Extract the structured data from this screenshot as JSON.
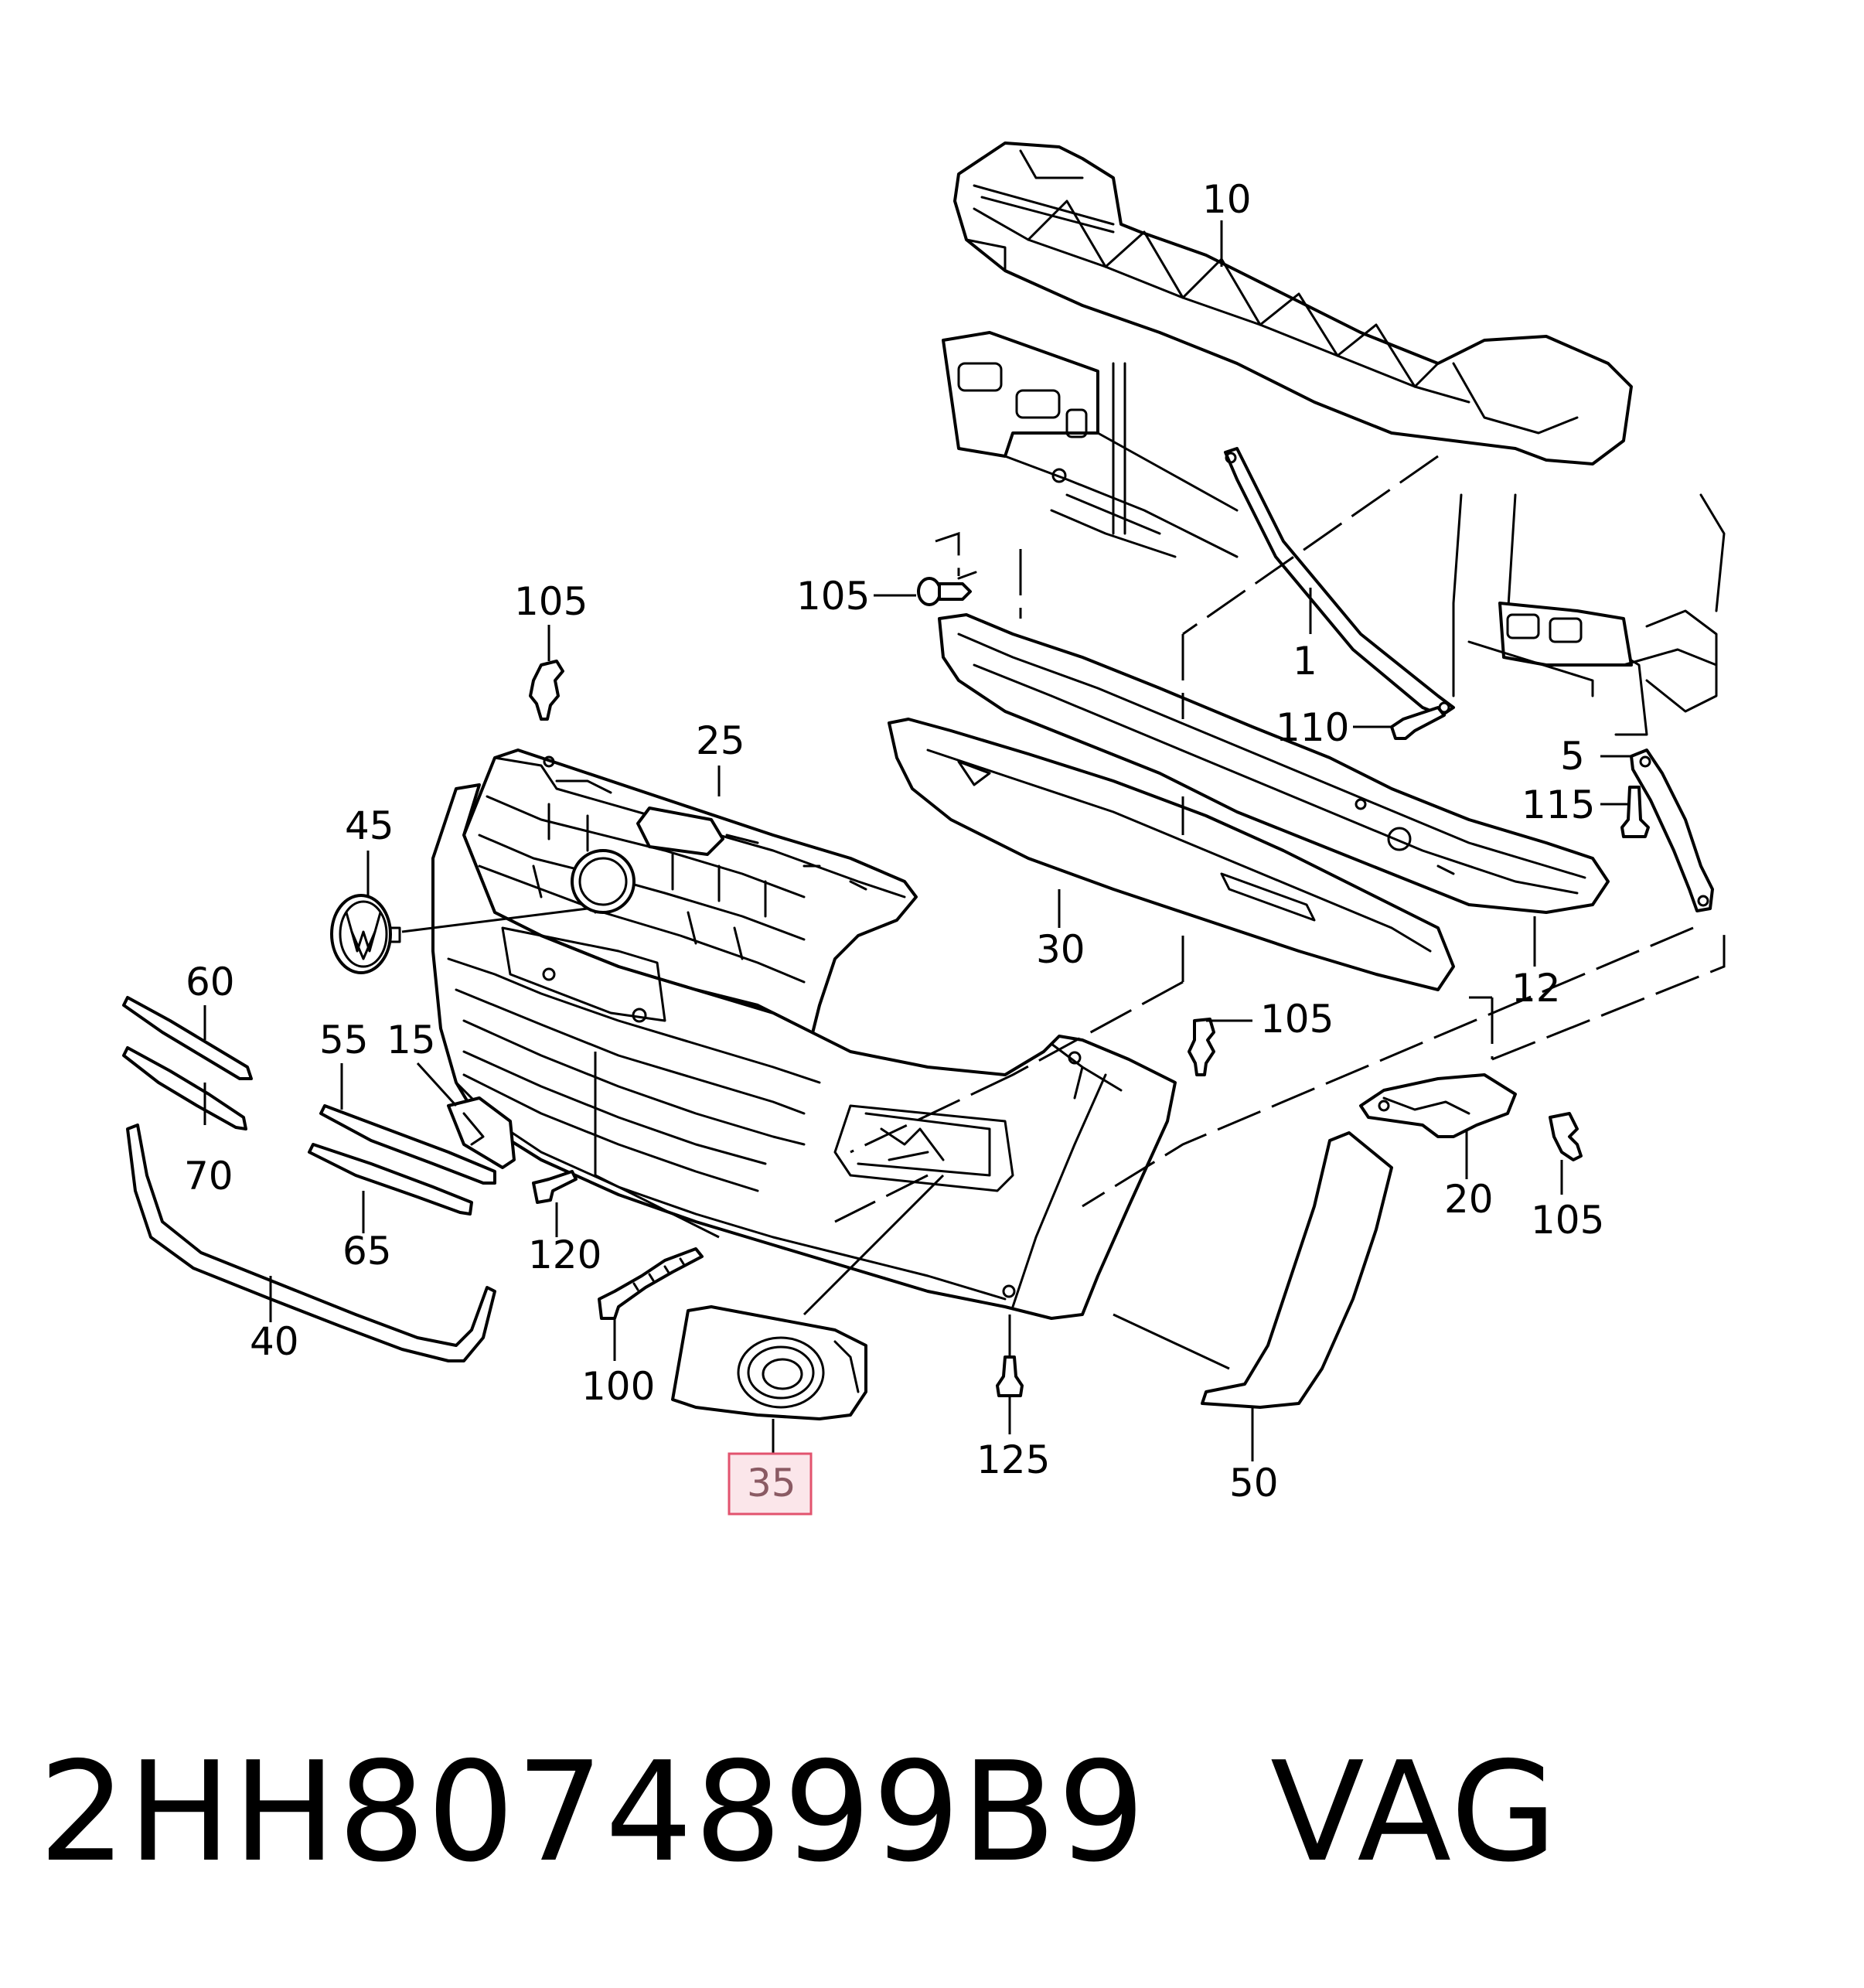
{
  "callouts": [
    {
      "id": "c10",
      "label": "10"
    },
    {
      "id": "c105a",
      "label": "105"
    },
    {
      "id": "c1",
      "label": "1"
    },
    {
      "id": "c110",
      "label": "110"
    },
    {
      "id": "c5",
      "label": "5"
    },
    {
      "id": "c115",
      "label": "115"
    },
    {
      "id": "c105b",
      "label": "105"
    },
    {
      "id": "c25",
      "label": "25"
    },
    {
      "id": "c45",
      "label": "45"
    },
    {
      "id": "c30",
      "label": "30"
    },
    {
      "id": "c12",
      "label": "12"
    },
    {
      "id": "c60",
      "label": "60"
    },
    {
      "id": "c55",
      "label": "55"
    },
    {
      "id": "c15",
      "label": "15"
    },
    {
      "id": "c105c",
      "label": "105"
    },
    {
      "id": "c70",
      "label": "70"
    },
    {
      "id": "c65",
      "label": "65"
    },
    {
      "id": "c120",
      "label": "120"
    },
    {
      "id": "c20",
      "label": "20"
    },
    {
      "id": "c105d",
      "label": "105"
    },
    {
      "id": "c40",
      "label": "40"
    },
    {
      "id": "c100",
      "label": "100"
    },
    {
      "id": "c125",
      "label": "125"
    },
    {
      "id": "c50",
      "label": "50"
    },
    {
      "id": "c35",
      "label": "35"
    }
  ],
  "highlighted_part": "35",
  "colors": {
    "highlight_fill": "#fbe6ea",
    "highlight_stroke": "#e2536e",
    "highlight_text": "#8a5a63"
  },
  "footer": {
    "part_number": "2HH8074899B9",
    "manufacturer": "VAG"
  }
}
